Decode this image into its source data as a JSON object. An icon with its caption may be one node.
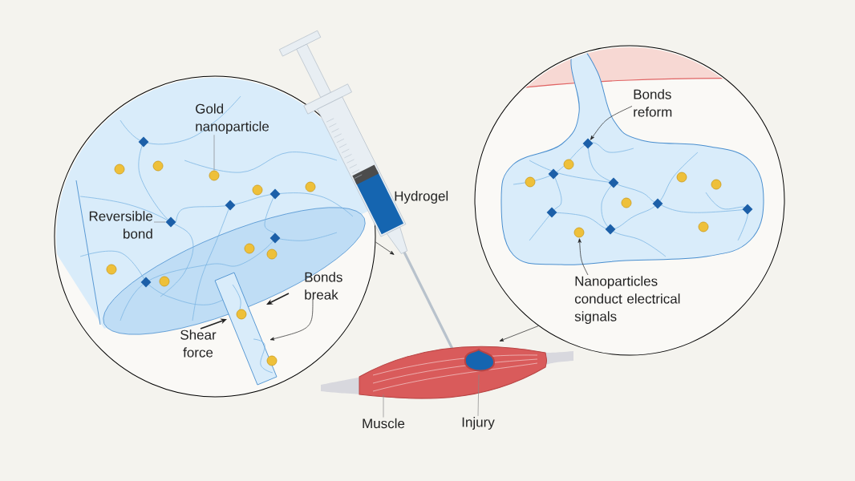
{
  "diagram": {
    "nodes": [
      {
        "text": [],
        "shape": "circle"
      },
      {
        "text": [
          "Gold nanoparticle"
        ],
        "in": 0
      },
      {
        "text": [],
        "shape": "circle",
        "in": 0
      },
      {
        "text": [
          "Reversible bond"
        ],
        "in": 0
      },
      {
        "text": [],
        "shape": "diamond",
        "in": 0
      },
      {
        "text": [
          "Bonds break"
        ],
        "in": 0
      },
      {
        "text": [
          "Hydrogel"
        ]
      },
      {
        "text": [],
        "shape": "circle"
      },
      {
        "text": [
          "Bonds reform"
        ],
        "in": 7
      },
      {
        "text": [],
        "shape": "diamond",
        "in": 7
      },
      {
        "text": [
          "Nanoparticles conduct electrical signals"
        ],
        "in": 7
      },
      {
        "text": [],
        "shape": "circle",
        "in": 7
      },
      {
        "text": [],
        "shape": "picture"
      },
      {
        "text": [
          "Muscle"
        ]
      },
      {
        "text": [],
        "shape": "picture",
        "in": 12
      },
      {
        "text": [
          "Injury"
        ]
      },
      {
        "text": [],
        "shape": "circle",
        "in": 0
      },
      {
        "text": [],
        "shape": "circle",
        "in": 0
      },
      {
        "text": [],
        "shape": "circle",
        "in": 0
      },
      {
        "text": [],
        "shape": "circle"
      },
      {
        "text": [],
        "shape": "circle",
        "in": 0
      },
      {
        "text": [],
        "shape": "circle",
        "in": 0
      },
      {
        "text": [],
        "shape": "circle",
        "in": 0
      },
      {
        "text": [],
        "shape": "circle",
        "in": 0
      },
      {
        "text": [],
        "shape": "circle",
        "in": 0
      },
      {
        "text": [],
        "shape": "circle",
        "in": 0
      },
      {
        "text": [],
        "shape": "circle",
        "in": 7
      },
      {
        "text": [],
        "shape": "circle",
        "in": 7
      },
      {
        "text": [],
        "shape": "circle",
        "in": 7
      },
      {
        "text": [],
        "shape": "circle",
        "in": 7
      },
      {
        "text": [],
        "shape": "circle",
        "in": 7
      },
      {
        "text": [],
        "shape": "circle",
        "in": 7
      },
      {
        "text": [],
        "shape": "diamond",
        "in": 0
      },
      {
        "text": [],
        "shape": "diamond",
        "in": 0
      },
      {
        "text": [],
        "shape": "diamond",
        "in": 0
      },
      {
        "text": [],
        "shape": "diamond",
        "in": 0
      },
      {
        "text": [],
        "shape": "diamond",
        "in": 0
      },
      {
        "text": [],
        "shape": "diamond",
        "in": 7
      },
      {
        "text": [],
        "shape": "diamond",
        "in": 7
      },
      {
        "text": [],
        "shape": "diamond",
        "in": 7
      },
      {
        "text": [],
        "shape": "diamond",
        "in": 7
      },
      {
        "text": [],
        "shape": "diamond",
        "in": 7
      },
      {
        "text": [],
        "shape": "diamond",
        "in": 7
      }
    ],
    "edges": [
      {
        "from": 1,
        "to": 2,
        "arrow": "none",
        "color": "#888888"
      },
      {
        "from": 3,
        "to": 4,
        "arrow": "none",
        "color": "#888888"
      },
      {
        "from": 5,
        "to": null,
        "arrow": "to"
      },
      {
        "from": 0,
        "to": 6,
        "arrow": "to"
      },
      {
        "from": 8,
        "to": 9,
        "arrow": "to"
      },
      {
        "from": 10,
        "to": 11,
        "arrow": "to"
      },
      {
        "from": 7,
        "to": 12,
        "arrow": "to"
      },
      {
        "from": 13,
        "to": 12,
        "arrow": "none",
        "color": "#888888"
      },
      {
        "from": 15,
        "to": 14,
        "arrow": "none",
        "color": "#888888"
      }
    ],
    "labels": [
      "Shear force"
    ]
  }
}
